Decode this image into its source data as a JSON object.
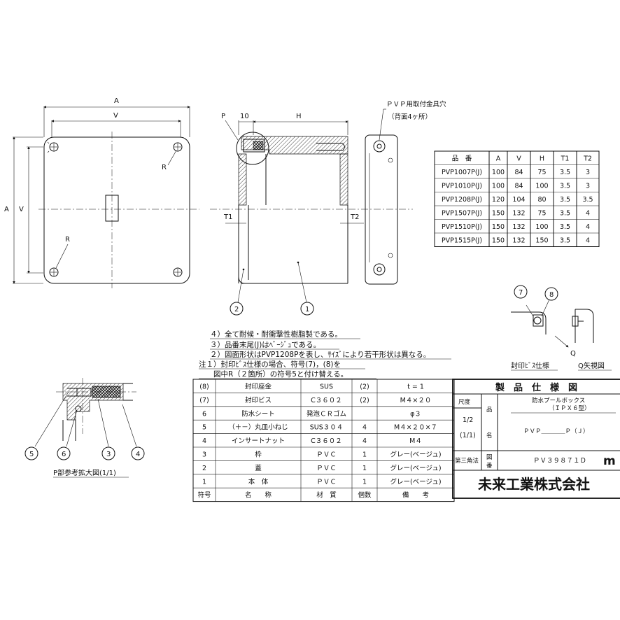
{
  "dims": {
    "A_top": "A",
    "V_top": "V",
    "A_left": "A",
    "V_left": "V",
    "R_top": "R",
    "R_bottom": "R",
    "P": "P",
    "ten": "10",
    "H": "H",
    "T1": "T1",
    "T2": "T2",
    "pvp_hole_line1": "ＰＶＰ用取付金具穴",
    "pvp_hole_line2": "（背面4ヶ所）",
    "q_arrow": "Q"
  },
  "balloons": {
    "b1": "1",
    "b2": "2",
    "b3": "3",
    "b4": "4",
    "b5": "5",
    "b6": "6",
    "b7": "7",
    "b8": "8"
  },
  "captions": {
    "enlarged": "P部参考拡大図(1/1)",
    "seal_screw": "封印ﾋﾞｽ仕様",
    "q_view": "Q矢視図"
  },
  "notes": [
    "４）全て耐候・耐衝撃性樹脂製である。",
    "３）品番末尾(J)はﾍﾞｰｼﾞｭである。",
    "２）図面形状はPVP1208Pを表し、ｻｲｽﾞにより若干形状は異なる。",
    "注１）封印ﾋﾞｽ仕様の場合、符号(7)，(8)を",
    "　　図中R（２箇所）の符号5と付け替える。"
  ],
  "size_table": {
    "headers": [
      "品　番",
      "A",
      "V",
      "H",
      "T1",
      "T2"
    ],
    "rows": [
      [
        "PVP1007P(J)",
        "100",
        "84",
        "75",
        "3.5",
        "3"
      ],
      [
        "PVP1010P(J)",
        "100",
        "84",
        "100",
        "3.5",
        "3"
      ],
      [
        "PVP1208P(J)",
        "120",
        "104",
        "80",
        "3.5",
        "3.5"
      ],
      [
        "PVP1507P(J)",
        "150",
        "132",
        "75",
        "3.5",
        "4"
      ],
      [
        "PVP1510P(J)",
        "150",
        "132",
        "100",
        "3.5",
        "4"
      ],
      [
        "PVP1515P(J)",
        "150",
        "132",
        "150",
        "3.5",
        "4"
      ]
    ]
  },
  "parts_table": {
    "rows": [
      [
        "(8)",
        "封印座金",
        "SUS",
        "(2)",
        "t = 1"
      ],
      [
        "(7)",
        "封印ビス",
        "C３６０２",
        "(2)",
        "M４×２０"
      ],
      [
        "6",
        "防水シート",
        "発泡ＣＲゴム",
        "",
        "φ３"
      ],
      [
        "5",
        "（＋－）丸皿小ねじ",
        "SUS３０４",
        "4",
        "M４×２０×７"
      ],
      [
        "4",
        "インサートナット",
        "C３６０２",
        "4",
        "M４"
      ],
      [
        "3",
        "枠",
        "ＰＶＣ",
        "1",
        "グレー(ベージュ)"
      ],
      [
        "2",
        "蓋",
        "ＰＶＣ",
        "1",
        "グレー(ベージュ)"
      ],
      [
        "1",
        "本　体",
        "ＰＶＣ",
        "1",
        "グレー(ベージュ)"
      ]
    ],
    "headers": [
      "符号",
      "名　　称",
      "材　質",
      "個数",
      "備　　考"
    ]
  },
  "title_block": {
    "title": "製　品　仕　様　図",
    "scale_label": "尺度",
    "scale_value": "1/2",
    "scale_value2": "(1/1)",
    "hin": "品",
    "mei": "名",
    "product_name1": "防水プールボックス",
    "product_name2": "（ＩＰＸ６型）",
    "product_code": "ＰＶＰ＿＿＿＿Ｐ（Ｊ）",
    "projection": "第三角法",
    "zu": "図",
    "ban": "番",
    "drawing_no": "ＰＶ３９８７１Ｄ",
    "logo": "m",
    "company": "未来工業株式会社"
  }
}
